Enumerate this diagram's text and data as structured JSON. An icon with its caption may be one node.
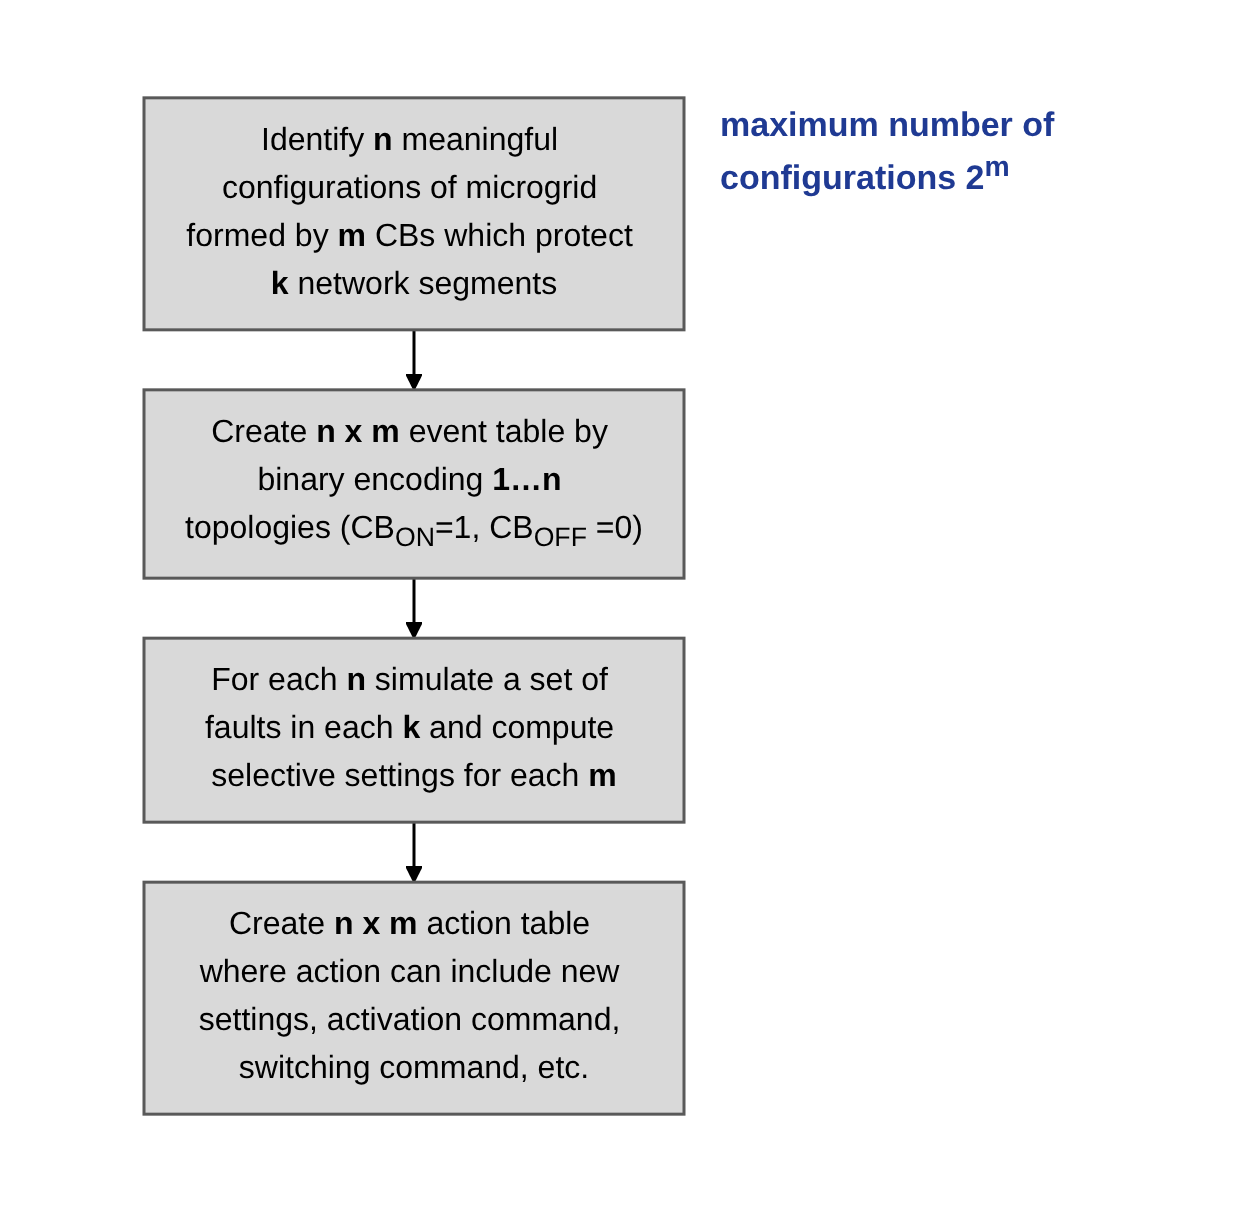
{
  "diagram": {
    "nodes": [
      {
        "text": [
          "Identify **n** meaningful configurations of microgrid formed by **m** CBs which protect **k** network segments"
        ],
        "beside": [
          "maximum number of configurations 2$^{m}$"
        ]
      },
      {
        "text": [
          "Create **n x m** event table by binary encoding **1…n** topologies (CB$_{ON}$=1, CB$_{OFF}$ =0)"
        ]
      },
      {
        "text": [
          "For each **n** simulate a set of faults in each **k** and compute selective settings for each **m**"
        ]
      },
      {
        "text": [
          "Create **n x m** action table where action can include new settings, activation command, switching command, etc."
        ]
      }
    ],
    "edges": [
      {
        "from": 0,
        "to": 1,
        "arrow": "to"
      },
      {
        "from": 1,
        "to": 2,
        "arrow": "to"
      },
      {
        "from": 2,
        "to": 3,
        "arrow": "to"
      }
    ]
  }
}
